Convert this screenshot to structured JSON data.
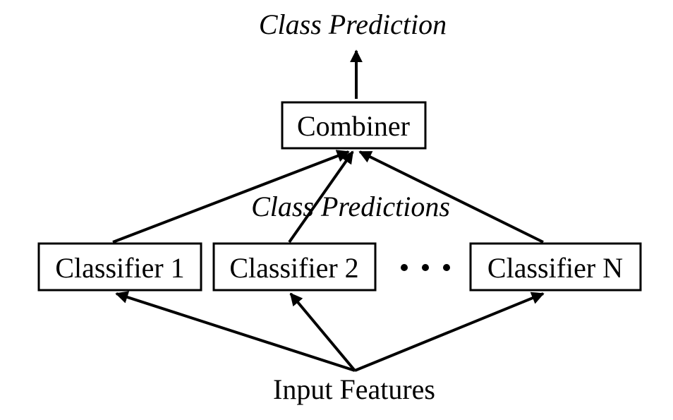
{
  "diagram": {
    "output_label": "Class Prediction",
    "combiner_label": "Combiner",
    "intermediate_label": "Class Predictions",
    "input_label": "Input Features",
    "classifiers": [
      {
        "label": "Classifier 1"
      },
      {
        "label": "Classifier 2"
      },
      {
        "label": "Classifier N"
      }
    ],
    "colors": {
      "line": "#000000",
      "background": "#ffffff"
    }
  }
}
